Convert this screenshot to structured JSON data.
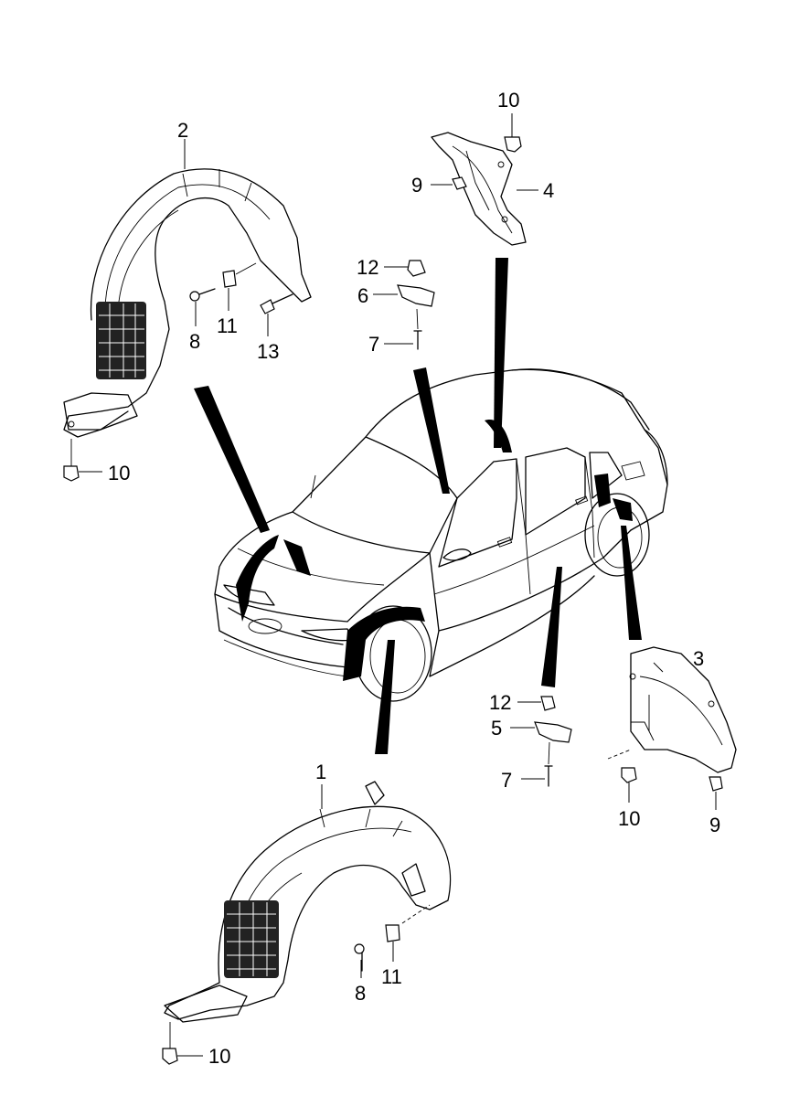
{
  "callouts": {
    "c1": "1",
    "c2": "2",
    "c3": "3",
    "c4": "4",
    "c5": "5",
    "c6": "6",
    "c7a": "7",
    "c7b": "7",
    "c8a": "8",
    "c8b": "8",
    "c9a": "9",
    "c9b": "9",
    "c10a": "10",
    "c10b": "10",
    "c10c": "10",
    "c10d": "10",
    "c11a": "11",
    "c11b": "11",
    "c12a": "12",
    "c12b": "12",
    "c13": "13"
  }
}
